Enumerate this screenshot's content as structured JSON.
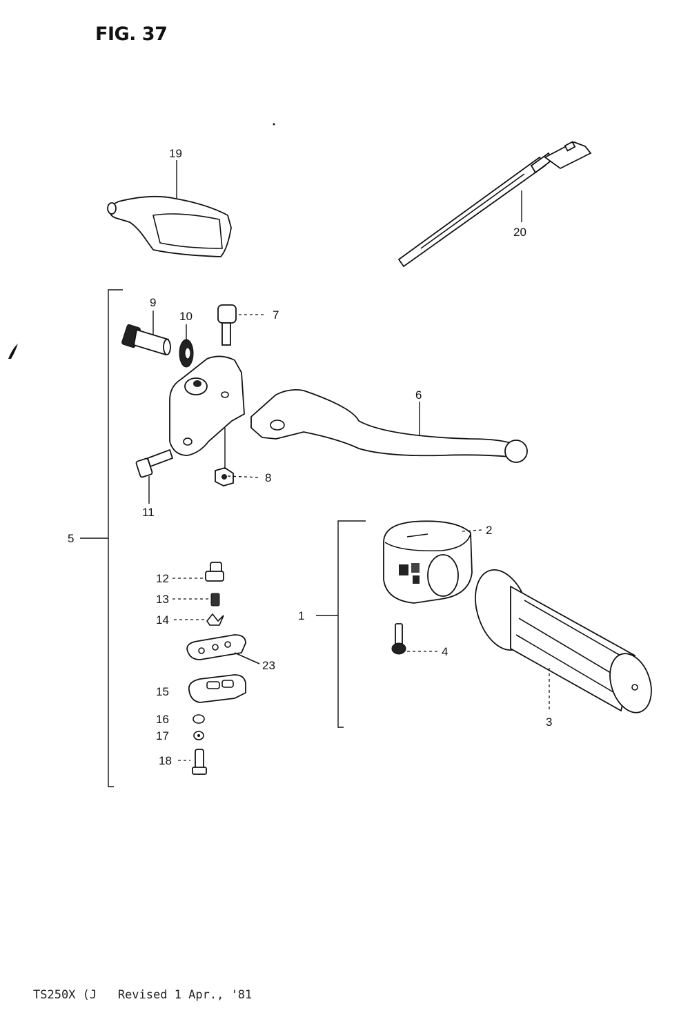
{
  "figure_title": "FIG. 37",
  "footer": "TS250X (J   Revised 1 Apr., '81",
  "callouts": {
    "c1": "1",
    "c2": "2",
    "c3": "3",
    "c4": "4",
    "c5": "5",
    "c6": "6",
    "c7": "7",
    "c8": "8",
    "c9": "9",
    "c10": "10",
    "c11": "11",
    "c12": "12",
    "c13": "13",
    "c14": "14",
    "c15": "15",
    "c16": "16",
    "c17": "17",
    "c18": "18",
    "c19": "19",
    "c20": "20",
    "c23": "23"
  }
}
